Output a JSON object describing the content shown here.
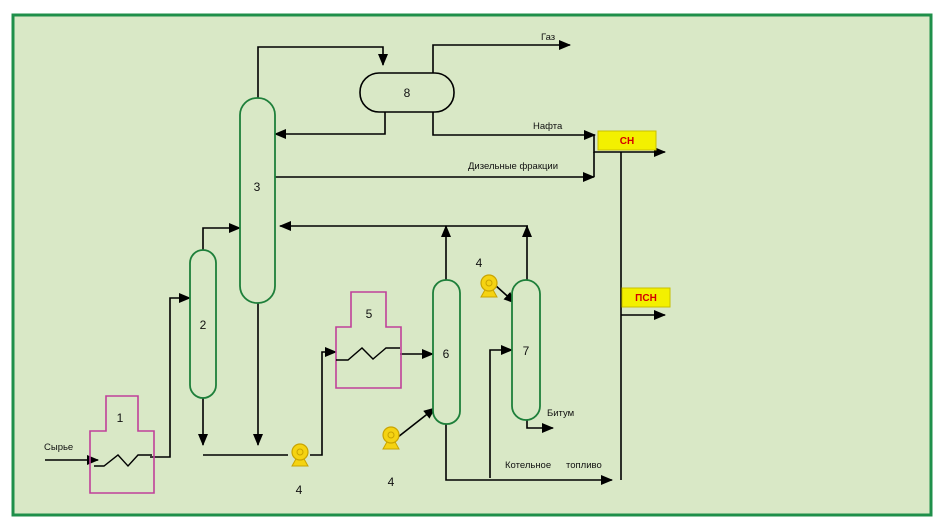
{
  "colors": {
    "background": "#d9e8c6",
    "border": "#1f8f4a",
    "column_stroke": "#1e7f3a",
    "furnace_stroke": "#c0409a",
    "pump_fill": "#f5d312",
    "tag_box": "#f3f000",
    "tag_text": "#d40000",
    "line": "#000000"
  },
  "equipment": {
    "furnace_1": "1",
    "column_2": "2",
    "column_3": "3",
    "pump_4a": "4",
    "pump_4b": "4",
    "pump_4c": "4",
    "furnace_5": "5",
    "column_6": "6",
    "column_7": "7",
    "separator_8": "8"
  },
  "streams": {
    "feed": "Сырье",
    "gas": "Газ",
    "naphtha": "Нафта",
    "diesel": "Дизельные фракции",
    "bitumen": "Битум",
    "fuel_oil_1": "Котельное",
    "fuel_oil_2": "топливо"
  },
  "tags": {
    "sn": "СН",
    "psn": "ПСН"
  }
}
